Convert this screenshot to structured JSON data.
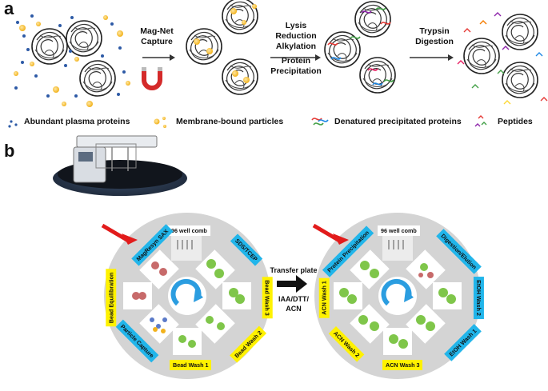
{
  "panel_a": {
    "letter": "a",
    "steps": [
      {
        "line1": "Mag-Net",
        "line2": "Capture"
      },
      {
        "line1": "Lysis",
        "line2": "Reduction",
        "line3": "Alkylation",
        "line4": "Protein",
        "line5": "Precipitation"
      },
      {
        "line1": "Trypsin",
        "line2": "Digestion"
      }
    ],
    "legend": {
      "abundant": "Abundant plasma proteins",
      "membrane": "Membrane-bound particles",
      "denatured": "Denatured precipitated proteins",
      "peptides": "Peptides"
    }
  },
  "panel_b": {
    "letter": "b",
    "transfer": {
      "line1": "Transfer plate",
      "line2": "IAA/DTT/",
      "line3": "ACN"
    },
    "left_wheel": {
      "top": "96 well comb",
      "tags": {
        "maghyper": "MagResyn SAX",
        "sds": "SDS/TCEP",
        "bead_wash3": "Bead Wash 3",
        "bead_wash2": "Bead Wash 2",
        "bead_wash1": "Bead Wash 1",
        "particle": "Particle Capture",
        "equil": "Bead Equilibration"
      }
    },
    "right_wheel": {
      "top": "96 well comb",
      "tags": {
        "protein": "Protein Precipitation",
        "digestion": "Digestion/Elution",
        "etoh2": "EtOH Wash 2",
        "etoh1": "EtOH Wash 1",
        "acn3": "ACN Wash 3",
        "acn2": "ACN Wash 2",
        "acn1": "ACN Wash 1"
      }
    }
  }
}
